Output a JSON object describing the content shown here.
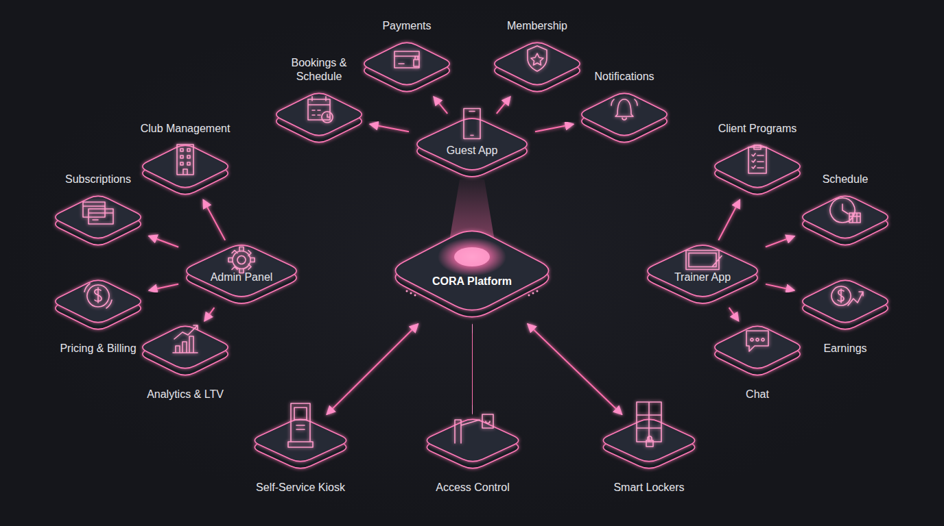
{
  "diagram": {
    "nodes": [
      {
        "text": [
          "Payments"
        ]
      },
      {
        "text": [
          "Membership"
        ]
      },
      {
        "text": [
          "Bookings & Schedule"
        ]
      },
      {
        "text": [
          "Notifications"
        ]
      },
      {
        "text": [
          "Club Management"
        ]
      },
      {
        "text": [
          "Client Programs"
        ]
      },
      {
        "text": [
          "Guest App"
        ]
      },
      {
        "text": [
          "Subscriptions"
        ]
      },
      {
        "text": [
          "Schedule"
        ]
      },
      {
        "text": [
          "Admin Panel"
        ]
      },
      {
        "text": [
          "CORA Platform"
        ]
      },
      {
        "text": [
          "Trainer App"
        ]
      },
      {
        "text": [
          "Pricing & Billing"
        ]
      },
      {
        "text": [
          "Earnings"
        ]
      },
      {
        "text": [
          "Analytics & LTV"
        ]
      },
      {
        "text": [
          "Chat"
        ]
      },
      {
        "text": [
          "Self-Service Kiosk"
        ]
      },
      {
        "text": [
          "Access Control"
        ]
      },
      {
        "text": [
          "Smart Lockers"
        ]
      }
    ],
    "edges": [
      {
        "from": 10,
        "to": 6,
        "arrow": "both"
      },
      {
        "from": 10,
        "to": 9,
        "arrow": "both"
      },
      {
        "from": 10,
        "to": 11,
        "arrow": "both"
      },
      {
        "from": 6,
        "to": 2,
        "arrow": "to"
      },
      {
        "from": 6,
        "to": 0,
        "arrow": "to"
      },
      {
        "from": 6,
        "to": 1,
        "arrow": "to"
      },
      {
        "from": 6,
        "to": 3,
        "arrow": "to"
      },
      {
        "from": 9,
        "to": 4,
        "arrow": "to"
      },
      {
        "from": 9,
        "to": 7,
        "arrow": "to"
      },
      {
        "from": 9,
        "to": 12,
        "arrow": "to"
      },
      {
        "from": 9,
        "to": 14,
        "arrow": "to"
      },
      {
        "from": 11,
        "to": 5,
        "arrow": "to"
      },
      {
        "from": 11,
        "to": 8,
        "arrow": "to"
      },
      {
        "from": 11,
        "to": 13,
        "arrow": "to"
      },
      {
        "from": 11,
        "to": 15,
        "arrow": "to"
      },
      {
        "from": 10,
        "to": 16,
        "arrow": "both"
      },
      {
        "from": 10,
        "to": 17,
        "arrow": "both"
      },
      {
        "from": 10,
        "to": 18,
        "arrow": "both"
      }
    ]
  }
}
